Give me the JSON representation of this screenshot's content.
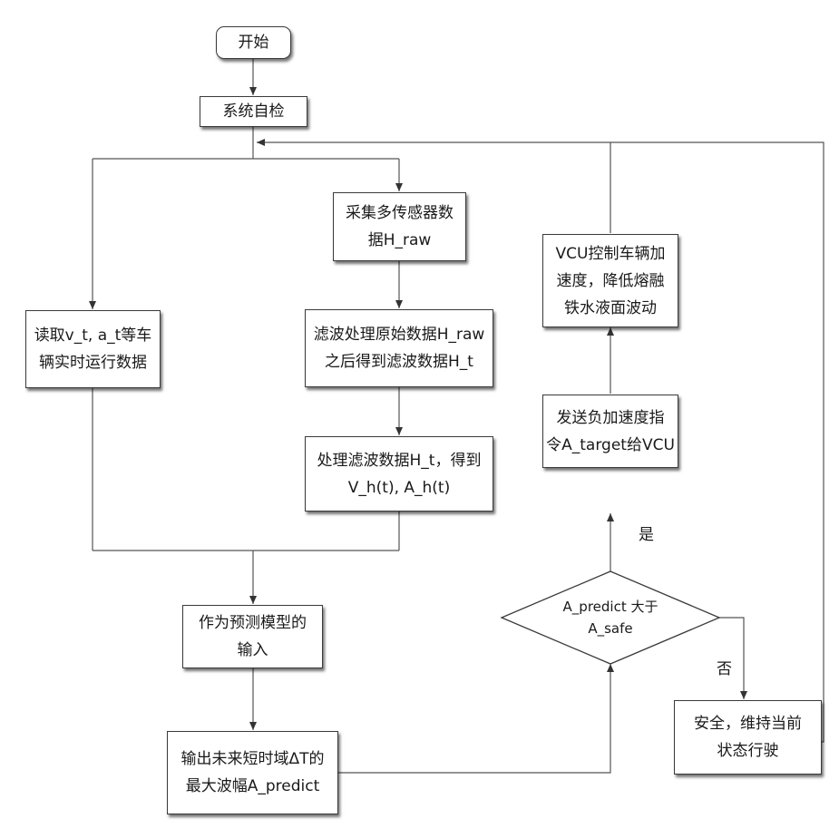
{
  "nodes": {
    "start": "开始",
    "self_check": "系统自检",
    "read_data": {
      "line1": "读取v_t, a_t等车",
      "line2": "辆实时运行数据"
    },
    "collect": {
      "line1": "采集多传感器数",
      "line2": "据H_raw"
    },
    "filter": {
      "line1": "滤波处理原始数据H_raw",
      "line2": "之后得到滤波数据H_t"
    },
    "process": {
      "line1": "处理滤波数据H_t，得到",
      "line2": "V_h(t), A_h(t)"
    },
    "model_input": {
      "line1": "作为预测模型的",
      "line2": "输入"
    },
    "output": {
      "line1": "输出未来短时域ΔT的",
      "line2": "最大波幅A_predict"
    },
    "decision": {
      "line1": "A_predict 大于",
      "line2": "A_safe"
    },
    "send_cmd": {
      "line1": "发送负加速度指",
      "line2": "令A_target给VCU"
    },
    "vcu": {
      "line1": "VCU控制车辆加",
      "line2": "速度，降低熔融",
      "line3": "铁水液面波动"
    },
    "safe": {
      "line1": "安全，维持当前",
      "line2": "状态行驶"
    }
  },
  "edge_labels": {
    "yes": "是",
    "no": "否"
  }
}
